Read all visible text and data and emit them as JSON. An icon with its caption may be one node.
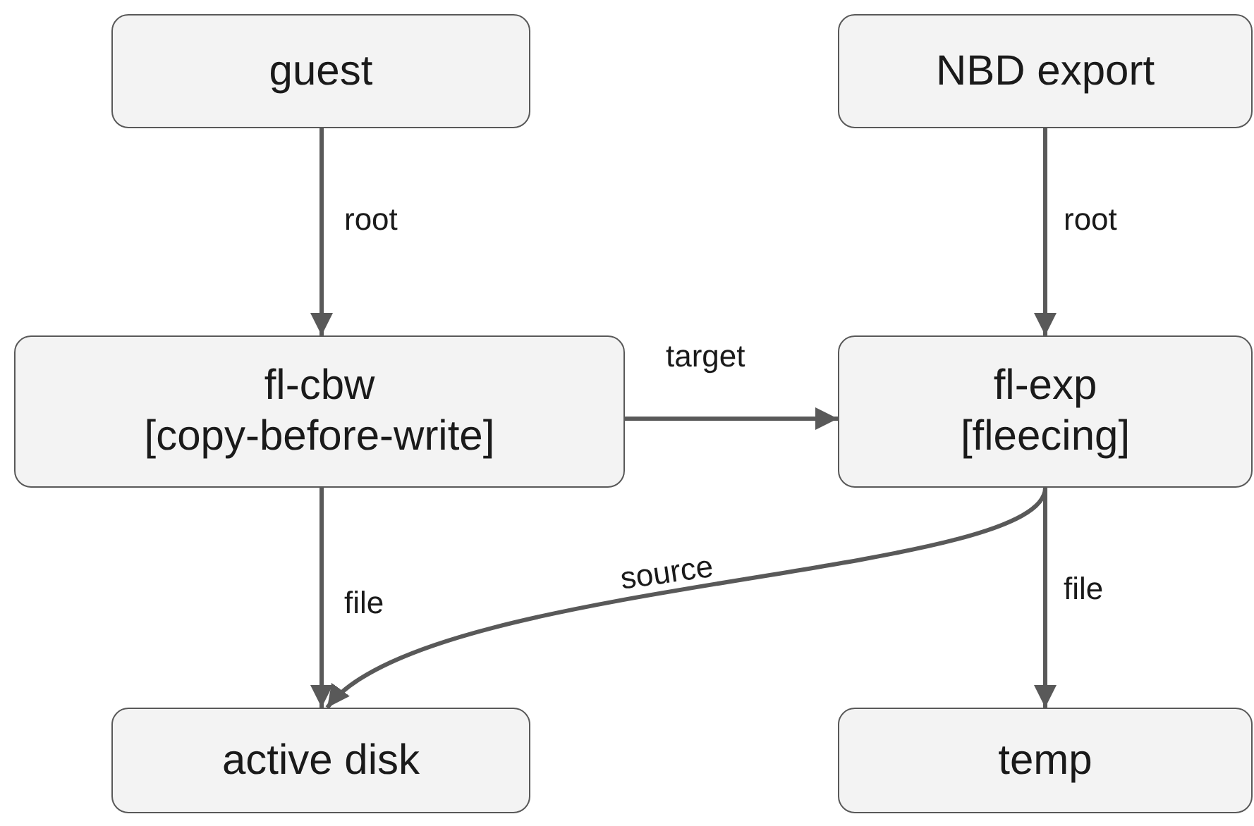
{
  "diagram": {
    "nodes": [
      {
        "text": [
          "guest"
        ]
      },
      {
        "text": [
          "NBD export"
        ]
      },
      {
        "text": [
          "fl-cbw",
          "[copy-before-write]"
        ]
      },
      {
        "text": [
          "fl-exp",
          "[fleecing]"
        ]
      },
      {
        "text": [
          "active disk"
        ]
      },
      {
        "text": [
          "temp"
        ]
      }
    ],
    "edges": [
      {
        "from": 0,
        "to": 2,
        "arrow": "to",
        "label": "root"
      },
      {
        "from": 1,
        "to": 3,
        "arrow": "to",
        "label": "root"
      },
      {
        "from": 2,
        "to": 3,
        "arrow": "to",
        "label": "target"
      },
      {
        "from": 2,
        "to": 4,
        "arrow": "to",
        "label": "file"
      },
      {
        "from": 3,
        "to": 4,
        "arrow": "to",
        "label": "source"
      },
      {
        "from": 3,
        "to": 5,
        "arrow": "to",
        "label": "file"
      }
    ]
  }
}
